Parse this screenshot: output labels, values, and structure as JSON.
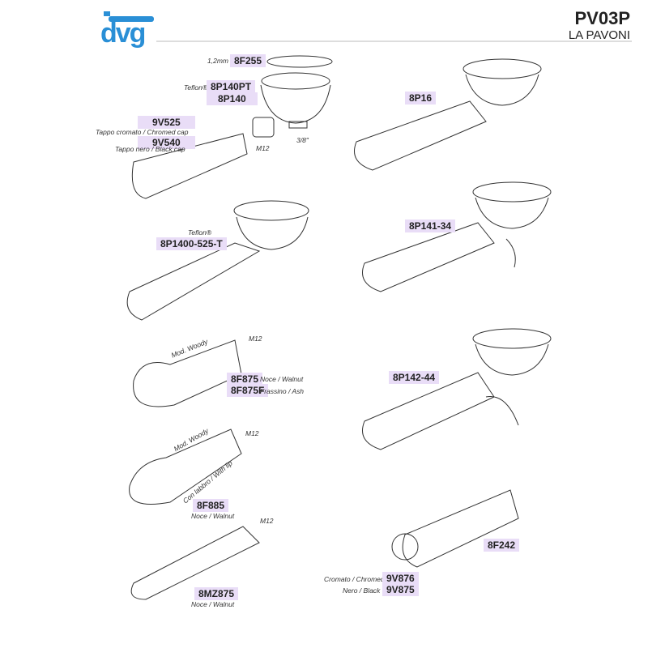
{
  "header": {
    "brand": "dvg",
    "title": "PV03P",
    "subtitle": "LA PAVONI",
    "brand_color": "#2a8fd6",
    "label_color": "#e9ddf7"
  },
  "parts": {
    "gasket": {
      "note": "1,2mm",
      "code": "8F255"
    },
    "filter_teflon": {
      "note": "Teflon®",
      "code": "8P140PT"
    },
    "filter": {
      "code": "8P140"
    },
    "cap_chrome": {
      "code": "9V525",
      "note": "Tappo cromato / Chromed cap"
    },
    "cap_black": {
      "code": "9V540",
      "note": "Tappo nero  / Black cap"
    },
    "thread_m12": "M12",
    "thread_38": "3/8\"",
    "pf_teflon": {
      "note": "Teflon®",
      "code": "8P1400-525-T"
    },
    "pf_8p16": {
      "code": "8P16"
    },
    "pf_8p141": {
      "code": "8P141-34"
    },
    "pf_8p142": {
      "code": "8P142-44"
    },
    "woody": {
      "model": "Mod. Woody",
      "thread": "M12",
      "code1": "8F875",
      "note1": "Noce / Walnut",
      "code2": "8F875F",
      "note2": "Frassino / Ash"
    },
    "woody_lip": {
      "model": "Mod. Woody",
      "thread": "M12",
      "lip": "Con labbro / With lip",
      "code": "8F885",
      "note": "Noce / Walnut"
    },
    "mz": {
      "thread": "M12",
      "code": "8MZ875",
      "note": "Noce / Walnut"
    },
    "handle": {
      "code": "8F242",
      "note1": "Cromato / Chromed",
      "code1": "9V876",
      "note2": "Nero / Black",
      "code2": "9V875"
    }
  }
}
